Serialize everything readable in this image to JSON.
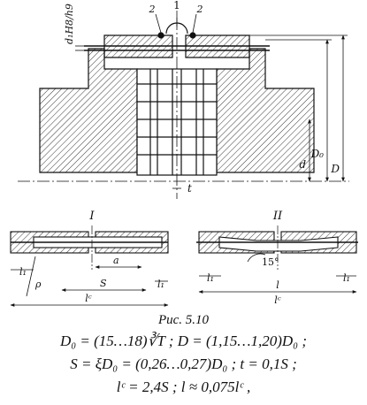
{
  "figure": {
    "labels": {
      "part_1": "1",
      "part_2_left": "2",
      "part_2_right": "2",
      "fit": "d₁H8/h9",
      "d": "d",
      "D0": "D₀",
      "D": "D",
      "t": "t"
    },
    "detail_I": {
      "title": "I",
      "l1": "l₁",
      "rho": "ρ",
      "a": "a",
      "S": "S",
      "l1_right": "l₁",
      "lc": "lᶜ"
    },
    "detail_II": {
      "title": "II",
      "angle": "15°",
      "l1": "l₁",
      "l": "l",
      "l1_right": "l₁",
      "lc": "lᶜ"
    }
  },
  "caption": "Рис. 5.10",
  "formulas": [
    "D₀ = (15…18)∛T ;  D = (1,15…1,20)D₀ ;",
    "S = ξD₀ = (0,26…0,27)D₀ ;  t = 0,1S ;",
    "lᶜ = 2,4S ;  l ≈ 0,075lᶜ ,"
  ]
}
